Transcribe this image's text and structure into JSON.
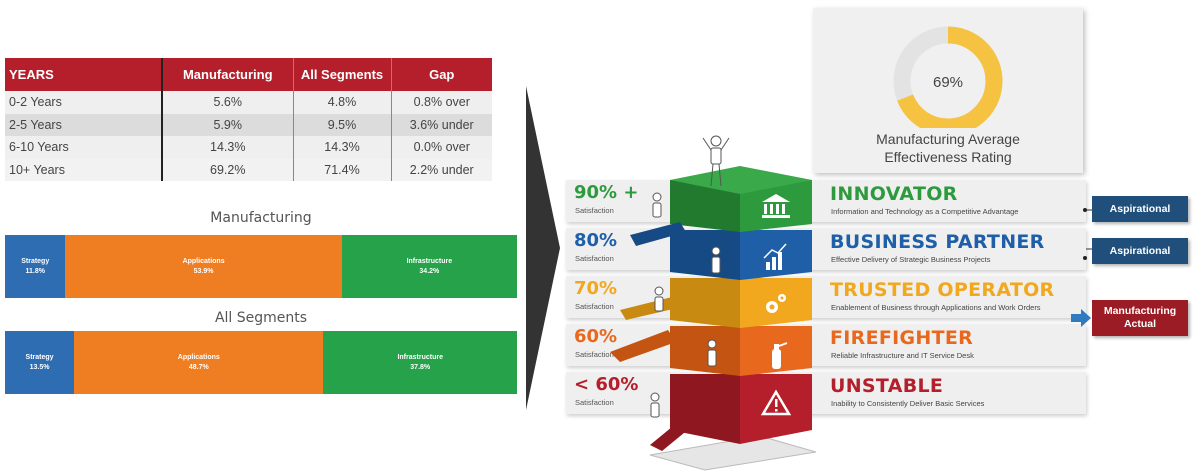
{
  "table": {
    "headers": [
      "YEARS",
      "Manufacturing",
      "All Segments",
      "Gap"
    ],
    "rows": [
      [
        "0-2 Years",
        "5.6%",
        "4.8%",
        "0.8% over"
      ],
      [
        "2-5 Years",
        "5.9%",
        "9.5%",
        "3.6% under"
      ],
      [
        "6-10 Years",
        "14.3%",
        "14.3%",
        "0.0% over"
      ],
      [
        "10+ Years",
        "69.2%",
        "71.4%",
        "2.2% under"
      ]
    ]
  },
  "bars": {
    "manufacturing": {
      "title": "Manufacturing",
      "segments": [
        {
          "label": "Strategy",
          "value": "11.8%"
        },
        {
          "label": "Applications",
          "value": "53.9%"
        },
        {
          "label": "Infrastructure",
          "value": "34.2%"
        }
      ]
    },
    "all_segments": {
      "title": "All Segments",
      "segments": [
        {
          "label": "Strategy",
          "value": "13.5%"
        },
        {
          "label": "Applications",
          "value": "48.7%"
        },
        {
          "label": "Infrastructure",
          "value": "37.8%"
        }
      ]
    }
  },
  "chart_data": [
    {
      "type": "table",
      "columns": [
        "YEARS",
        "Manufacturing",
        "All Segments",
        "Gap"
      ],
      "rows": [
        [
          "0-2 Years",
          5.6,
          4.8,
          "0.8% over"
        ],
        [
          "2-5 Years",
          5.9,
          9.5,
          "3.6% under"
        ],
        [
          "6-10 Years",
          14.3,
          14.3,
          "0.0% over"
        ],
        [
          "10+ Years",
          69.2,
          71.4,
          "2.2% under"
        ]
      ]
    },
    {
      "type": "bar",
      "stacked": true,
      "orientation": "horizontal",
      "title": "Manufacturing",
      "categories": [
        "Strategy",
        "Applications",
        "Infrastructure"
      ],
      "values": [
        11.8,
        53.9,
        34.2
      ]
    },
    {
      "type": "bar",
      "stacked": true,
      "orientation": "horizontal",
      "title": "All Segments",
      "categories": [
        "Strategy",
        "Applications",
        "Infrastructure"
      ],
      "values": [
        13.5,
        48.7,
        37.8
      ]
    },
    {
      "type": "pie",
      "donut": true,
      "title": "Manufacturing Average Effectiveness Rating",
      "values": [
        69,
        31
      ],
      "center_label": "69%"
    }
  ],
  "colors": {
    "strategy": "#2f6db3",
    "applications": "#ef7d22",
    "infrastructure": "#25a24a",
    "table_header": "#b41f2b",
    "gauge": "#f5c242",
    "gauge_track": "#e3e3e3"
  },
  "gauge": {
    "value_text": "69%",
    "fraction": 0.69,
    "caption_line1": "Manufacturing Average",
    "caption_line2": "Effectiveness Rating"
  },
  "levels": [
    {
      "pct": "90% +",
      "sat": "Satisfaction",
      "name": "INNOVATOR",
      "desc": "Information and Technology as a Competitive Advantage",
      "color": "#2e9a3e",
      "icon": "bank-icon"
    },
    {
      "pct": "80%",
      "sat": "Satisfaction",
      "name": "BUSINESS PARTNER",
      "desc": "Effective Delivery of Strategic Business Projects",
      "color": "#1e5fa8",
      "icon": "bar-chart-icon"
    },
    {
      "pct": "70%",
      "sat": "Satisfaction",
      "name": "TRUSTED OPERATOR",
      "desc": "Enablement of Business through Applications and Work Orders",
      "color": "#f1a81f",
      "icon": "gears-icon"
    },
    {
      "pct": "60%",
      "sat": "Satisfaction",
      "name": "FIREFIGHTER",
      "desc": "Reliable Infrastructure and IT Service Desk",
      "color": "#e8681e",
      "icon": "fire-extinguisher-icon"
    },
    {
      "pct": "< 60%",
      "sat": "Satisfaction",
      "name": "UNSTABLE",
      "desc": "Inability to Consistently Deliver Basic Services",
      "color": "#b41f2b",
      "icon": "warning-icon"
    }
  ],
  "tags": {
    "innovator": "Aspirational",
    "partner": "Aspirational",
    "actual_line1": "Manufacturing",
    "actual_line2": "Actual"
  }
}
